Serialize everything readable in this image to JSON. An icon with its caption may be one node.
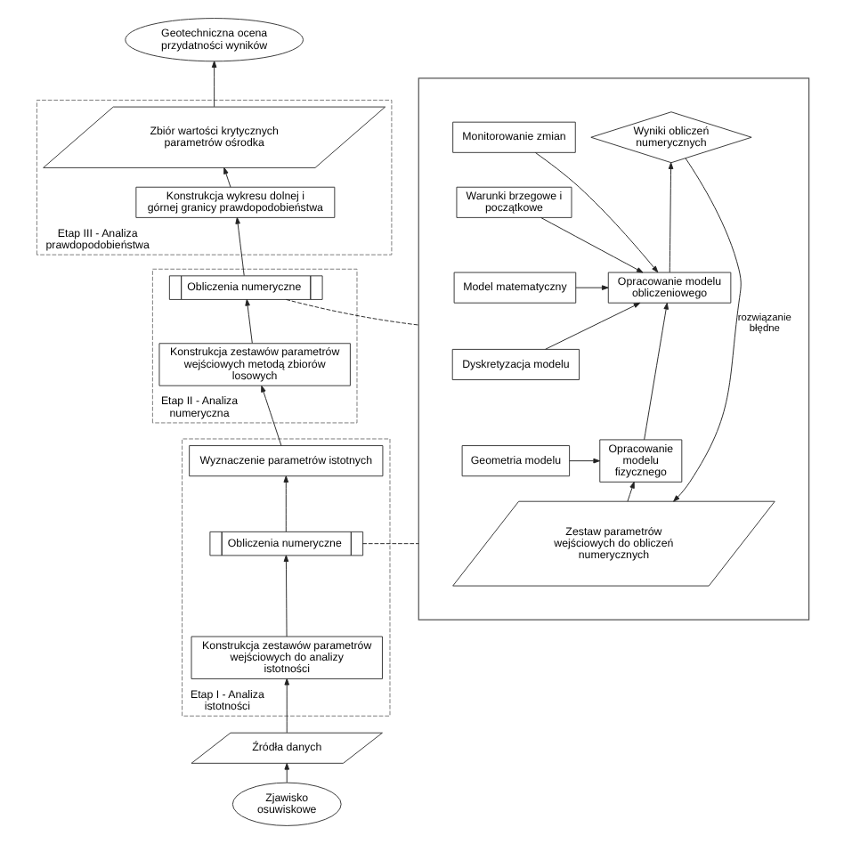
{
  "diagram": {
    "nodes": [
      {
        "text": [
          "Zjawisko osuwiskowe"
        ]
      },
      {
        "text": [
          "Źródła danych"
        ]
      },
      {
        "text": [
          "Etap I - Analiza istotności"
        ]
      },
      {
        "text": [
          "Konstrukcja zestawów parametrów wejściowych do analizy istotności"
        ],
        "in": 2
      },
      {
        "text": [
          "Obliczenia numeryczne"
        ],
        "in": 2
      },
      {
        "text": [
          "Wyznaczenie parametrów istotnych"
        ],
        "in": 2
      },
      {
        "text": [
          "Etap II - Analiza numeryczna"
        ]
      },
      {
        "text": [
          "Konstrukcja zestawów parametrów wejściowych metodą zbiorów losowych"
        ],
        "in": 6
      },
      {
        "text": [
          "Obliczenia numeryczne"
        ],
        "in": 6
      },
      {
        "text": [
          "Etap III - Analiza prawdopodobieństwa"
        ]
      },
      {
        "text": [
          "Konstrukcja wykresu dolnej i górnej granicy prawdopodobieństwa"
        ],
        "in": 9
      },
      {
        "text": [
          "Zbiór wartości krytycznych parametrów ośrodka"
        ],
        "in": 9
      },
      {
        "text": [
          "Geotechniczna ocena przydatności wyników"
        ]
      },
      {
        "text": [],
        "shape": "box"
      },
      {
        "text": [
          "Zestaw parametrów wejściowych do obliczeń numerycznych"
        ],
        "in": 13
      },
      {
        "text": [
          "Opracowanie modelu fizycznego"
        ],
        "in": 13
      },
      {
        "text": [
          "Geometria modelu"
        ],
        "in": 13
      },
      {
        "text": [
          "Opracowanie modelu obliczeniowego"
        ],
        "in": 13
      },
      {
        "text": [
          "Dyskretyzacja modelu"
        ],
        "in": 13
      },
      {
        "text": [
          "Model matematyczny"
        ],
        "in": 13
      },
      {
        "text": [
          "Warunki brzegowe i początkowe"
        ],
        "in": 13
      },
      {
        "text": [
          "Monitorowanie zmian"
        ],
        "in": 13
      },
      {
        "text": [
          "Wyniki obliczeń numerycznych"
        ],
        "in": 13
      }
    ],
    "edges": [
      {
        "from": 0,
        "to": 1,
        "arrow": "to"
      },
      {
        "from": 1,
        "to": 3,
        "arrow": "to"
      },
      {
        "from": 3,
        "to": 4,
        "arrow": "to"
      },
      {
        "from": 4,
        "to": 5,
        "arrow": "to"
      },
      {
        "from": 5,
        "to": 7,
        "arrow": "to"
      },
      {
        "from": 7,
        "to": 8,
        "arrow": "to"
      },
      {
        "from": 8,
        "to": 10,
        "arrow": "to"
      },
      {
        "from": 10,
        "to": 11,
        "arrow": "to"
      },
      {
        "from": 11,
        "to": 12,
        "arrow": "to"
      },
      {
        "from": 4,
        "to": 13,
        "arrow": "none",
        "style": "dashed"
      },
      {
        "from": 8,
        "to": 13,
        "arrow": "none",
        "style": "dashed"
      },
      {
        "from": 14,
        "to": 15,
        "arrow": "to"
      },
      {
        "from": 16,
        "to": 15,
        "arrow": "to"
      },
      {
        "from": 15,
        "to": 17,
        "arrow": "to"
      },
      {
        "from": 18,
        "to": 17,
        "arrow": "to"
      },
      {
        "from": 19,
        "to": 17,
        "arrow": "to"
      },
      {
        "from": 20,
        "to": 17,
        "arrow": "to"
      },
      {
        "from": 21,
        "to": 17,
        "arrow": "to"
      },
      {
        "from": 17,
        "to": 22,
        "arrow": "to"
      },
      {
        "from": 22,
        "to": 14,
        "arrow": "to",
        "label": "rozwiązanie błędne"
      }
    ]
  }
}
